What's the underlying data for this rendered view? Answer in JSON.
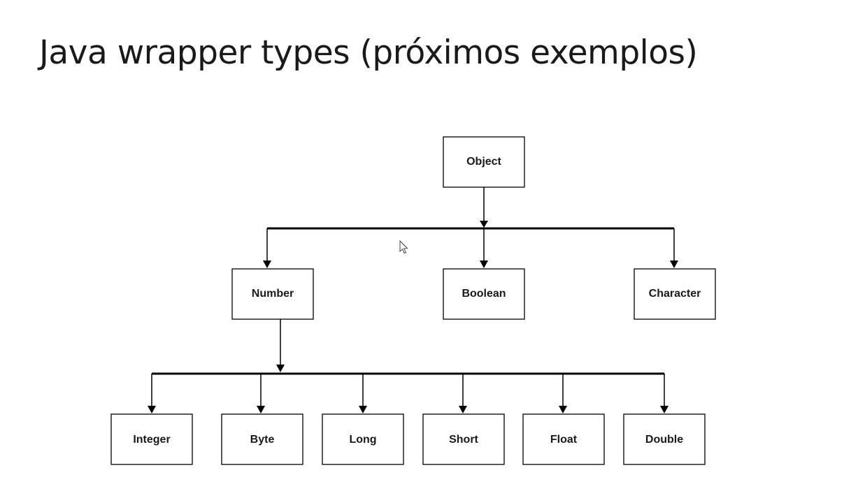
{
  "slide": {
    "title": "Java wrapper types (próximos exemplos)"
  },
  "diagram": {
    "nodes": {
      "object": "Object",
      "number": "Number",
      "boolean": "Boolean",
      "character": "Character",
      "integer": "Integer",
      "byte": "Byte",
      "long": "Long",
      "short": "Short",
      "float": "Float",
      "double": "Double"
    },
    "edges": [
      [
        "object",
        "number"
      ],
      [
        "object",
        "boolean"
      ],
      [
        "object",
        "character"
      ],
      [
        "number",
        "integer"
      ],
      [
        "number",
        "byte"
      ],
      [
        "number",
        "long"
      ],
      [
        "number",
        "short"
      ],
      [
        "number",
        "float"
      ],
      [
        "number",
        "double"
      ]
    ]
  },
  "cursor": {
    "icon": "mouse-pointer-icon"
  },
  "colors": {
    "line": "#000000",
    "text": "#1a1a1a",
    "background": "#ffffff"
  }
}
